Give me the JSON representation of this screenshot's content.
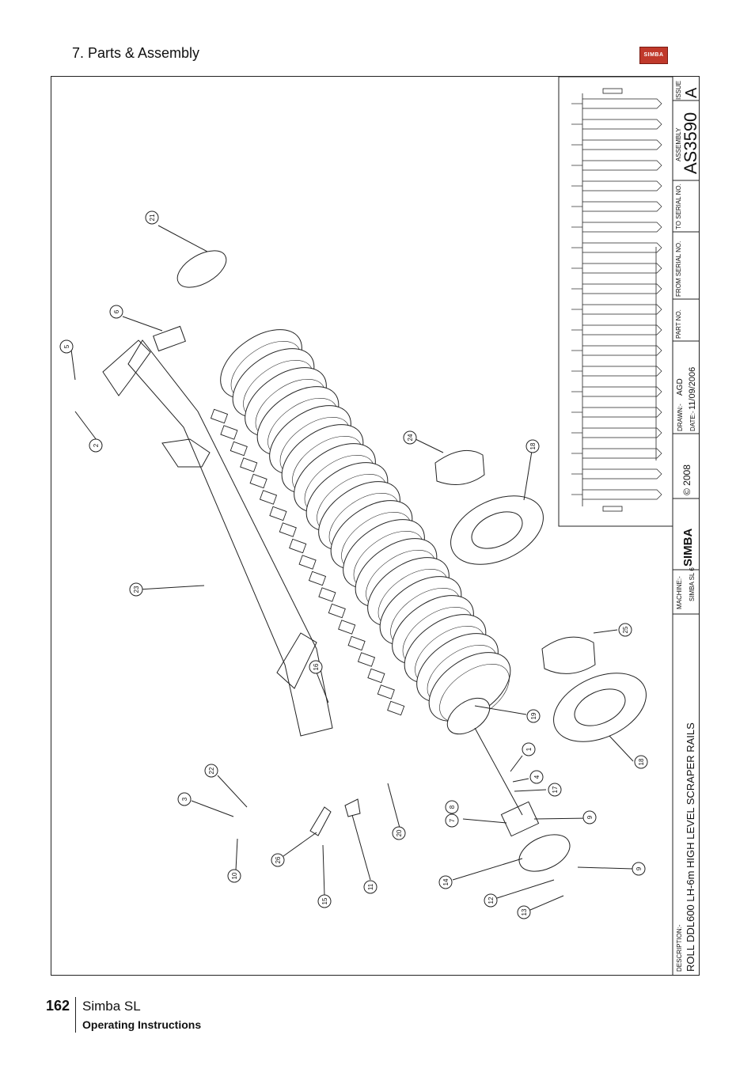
{
  "header": {
    "section_title": "7. Parts & Assembly",
    "logo_text": "SIMBA"
  },
  "title_block": {
    "issue_label": "ISSUE",
    "issue_value": "A",
    "assembly_label": "ASSEMBLY",
    "assembly_value": "AS3590",
    "to_serial_label": "TO SERIAL NO.",
    "from_serial_label": "FROM SERIAL NO.",
    "part_no_label": "PART NO.",
    "drawn_label": "DRAWN:-",
    "drawn_value": "AGD",
    "date_label": "DATE:-",
    "date_value": "11/09/2006",
    "copyright": "© 2008",
    "brand": "SIMBA",
    "machine_label": "MACHINE:-",
    "machine_value": "SIMBA SL  6",
    "description_label": "DESCRIPTION:-",
    "description_value": "ROLL DDL600 LH-6m HIGH LEVEL SCRAPER RAILS"
  },
  "callouts": [
    "21",
    "6",
    "5",
    "2",
    "24",
    "18",
    "23",
    "25",
    "16",
    "19",
    "1",
    "4",
    "17",
    "22",
    "3",
    "8",
    "7",
    "9",
    "9",
    "18",
    "20",
    "26",
    "10",
    "11",
    "15",
    "14",
    "12",
    "13"
  ],
  "footer": {
    "page_number": "162",
    "product_name": "Simba SL",
    "doc_type": "Operating Instructions"
  },
  "colors": {
    "line": "#222222",
    "logo": "#c0392b"
  }
}
